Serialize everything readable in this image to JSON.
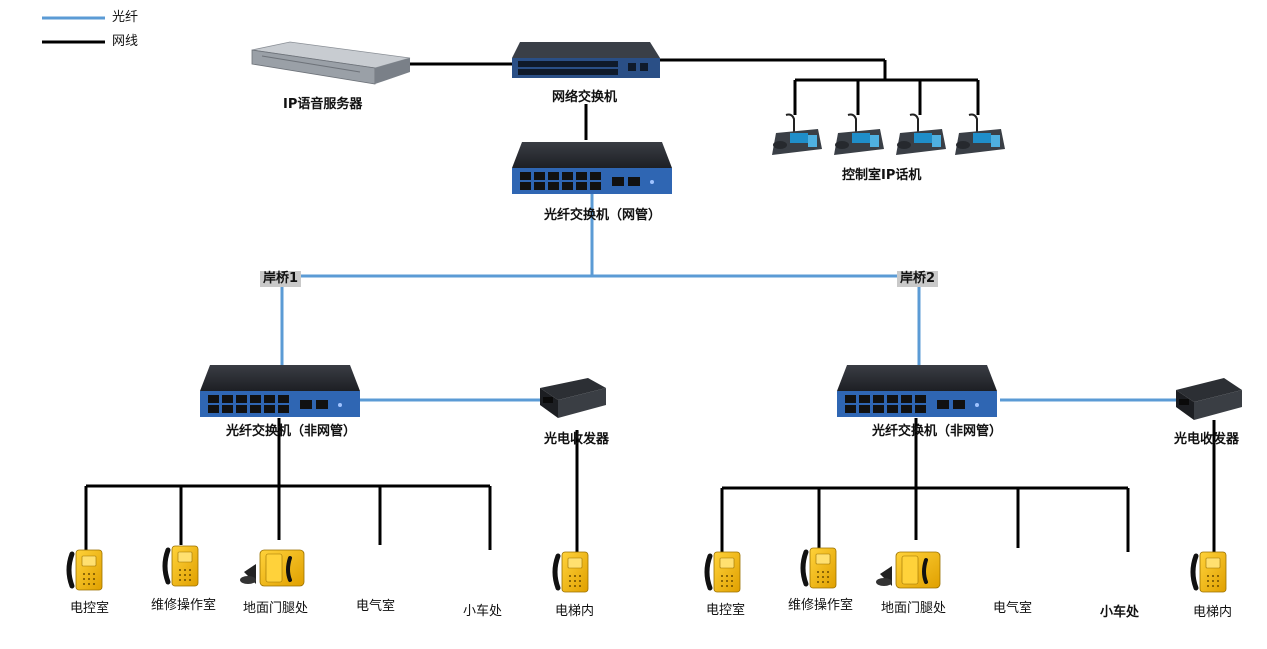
{
  "legend": [
    {
      "label": "光纤",
      "color": "#5b9bd5"
    },
    {
      "label": "网线",
      "color": "#000000"
    }
  ],
  "nodes": {
    "ip_server": "IP语音服务器",
    "network_switch": "网络交换机",
    "fiber_switch_managed": "光纤交换机（网管）",
    "control_phones": "控制室IP话机",
    "bridge1": "岸桥1",
    "bridge2": "岸桥2",
    "left": {
      "switch": "光纤交换机（非网管）",
      "converter": "光电收发器",
      "endpoints": [
        "电控室",
        "维修操作室",
        "地面门腿处",
        "电气室",
        "小车处",
        "电梯内"
      ]
    },
    "right": {
      "switch": "光纤交换机（非网管）",
      "converter": "光电收发器",
      "endpoints": [
        "电控室",
        "维修操作室",
        "地面门腿处",
        "电气室",
        "小车处",
        "电梯内"
      ]
    }
  },
  "colors": {
    "fiber": "#5b9bd5",
    "cable": "#000000",
    "phone_yellow": "#f2b705",
    "switch_blue": "#2f66b3"
  }
}
